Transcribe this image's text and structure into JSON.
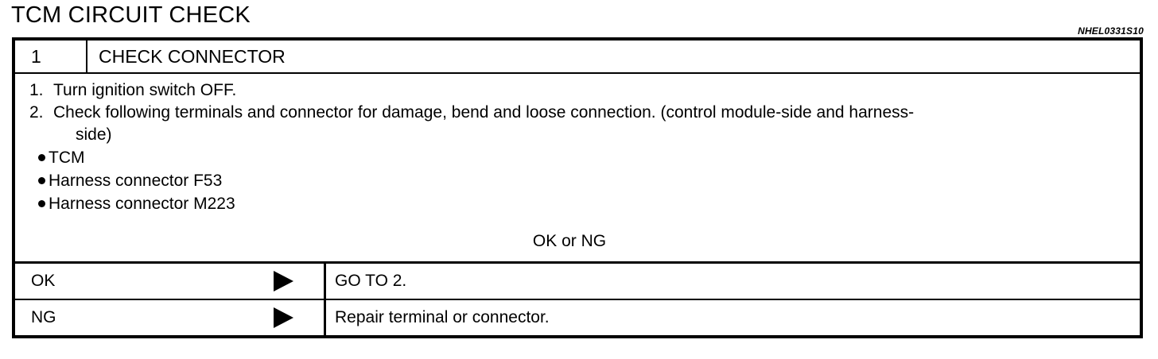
{
  "document": {
    "title": "TCM CIRCUIT CHECK",
    "reference_code": "NHEL0331S10"
  },
  "diagnostic_step": {
    "number": "1",
    "name": "CHECK CONNECTOR",
    "procedure": [
      {
        "marker": "1.",
        "text": "Turn ignition switch OFF."
      },
      {
        "marker": "2.",
        "text": "Check following terminals and connector for damage, bend and loose connection. (control module-side and harness-",
        "continuation": "side)"
      }
    ],
    "check_points": [
      "TCM",
      "Harness connector F53",
      "Harness connector M223"
    ],
    "judgement_prompt": "OK or NG",
    "results": [
      {
        "condition": "OK",
        "arrow": "right-triangle-arrow",
        "action": "GO TO 2."
      },
      {
        "condition": "NG",
        "arrow": "right-triangle-arrow",
        "action": "Repair terminal or connector."
      }
    ]
  },
  "colors": {
    "ink": "#000000",
    "paper": "#ffffff"
  }
}
